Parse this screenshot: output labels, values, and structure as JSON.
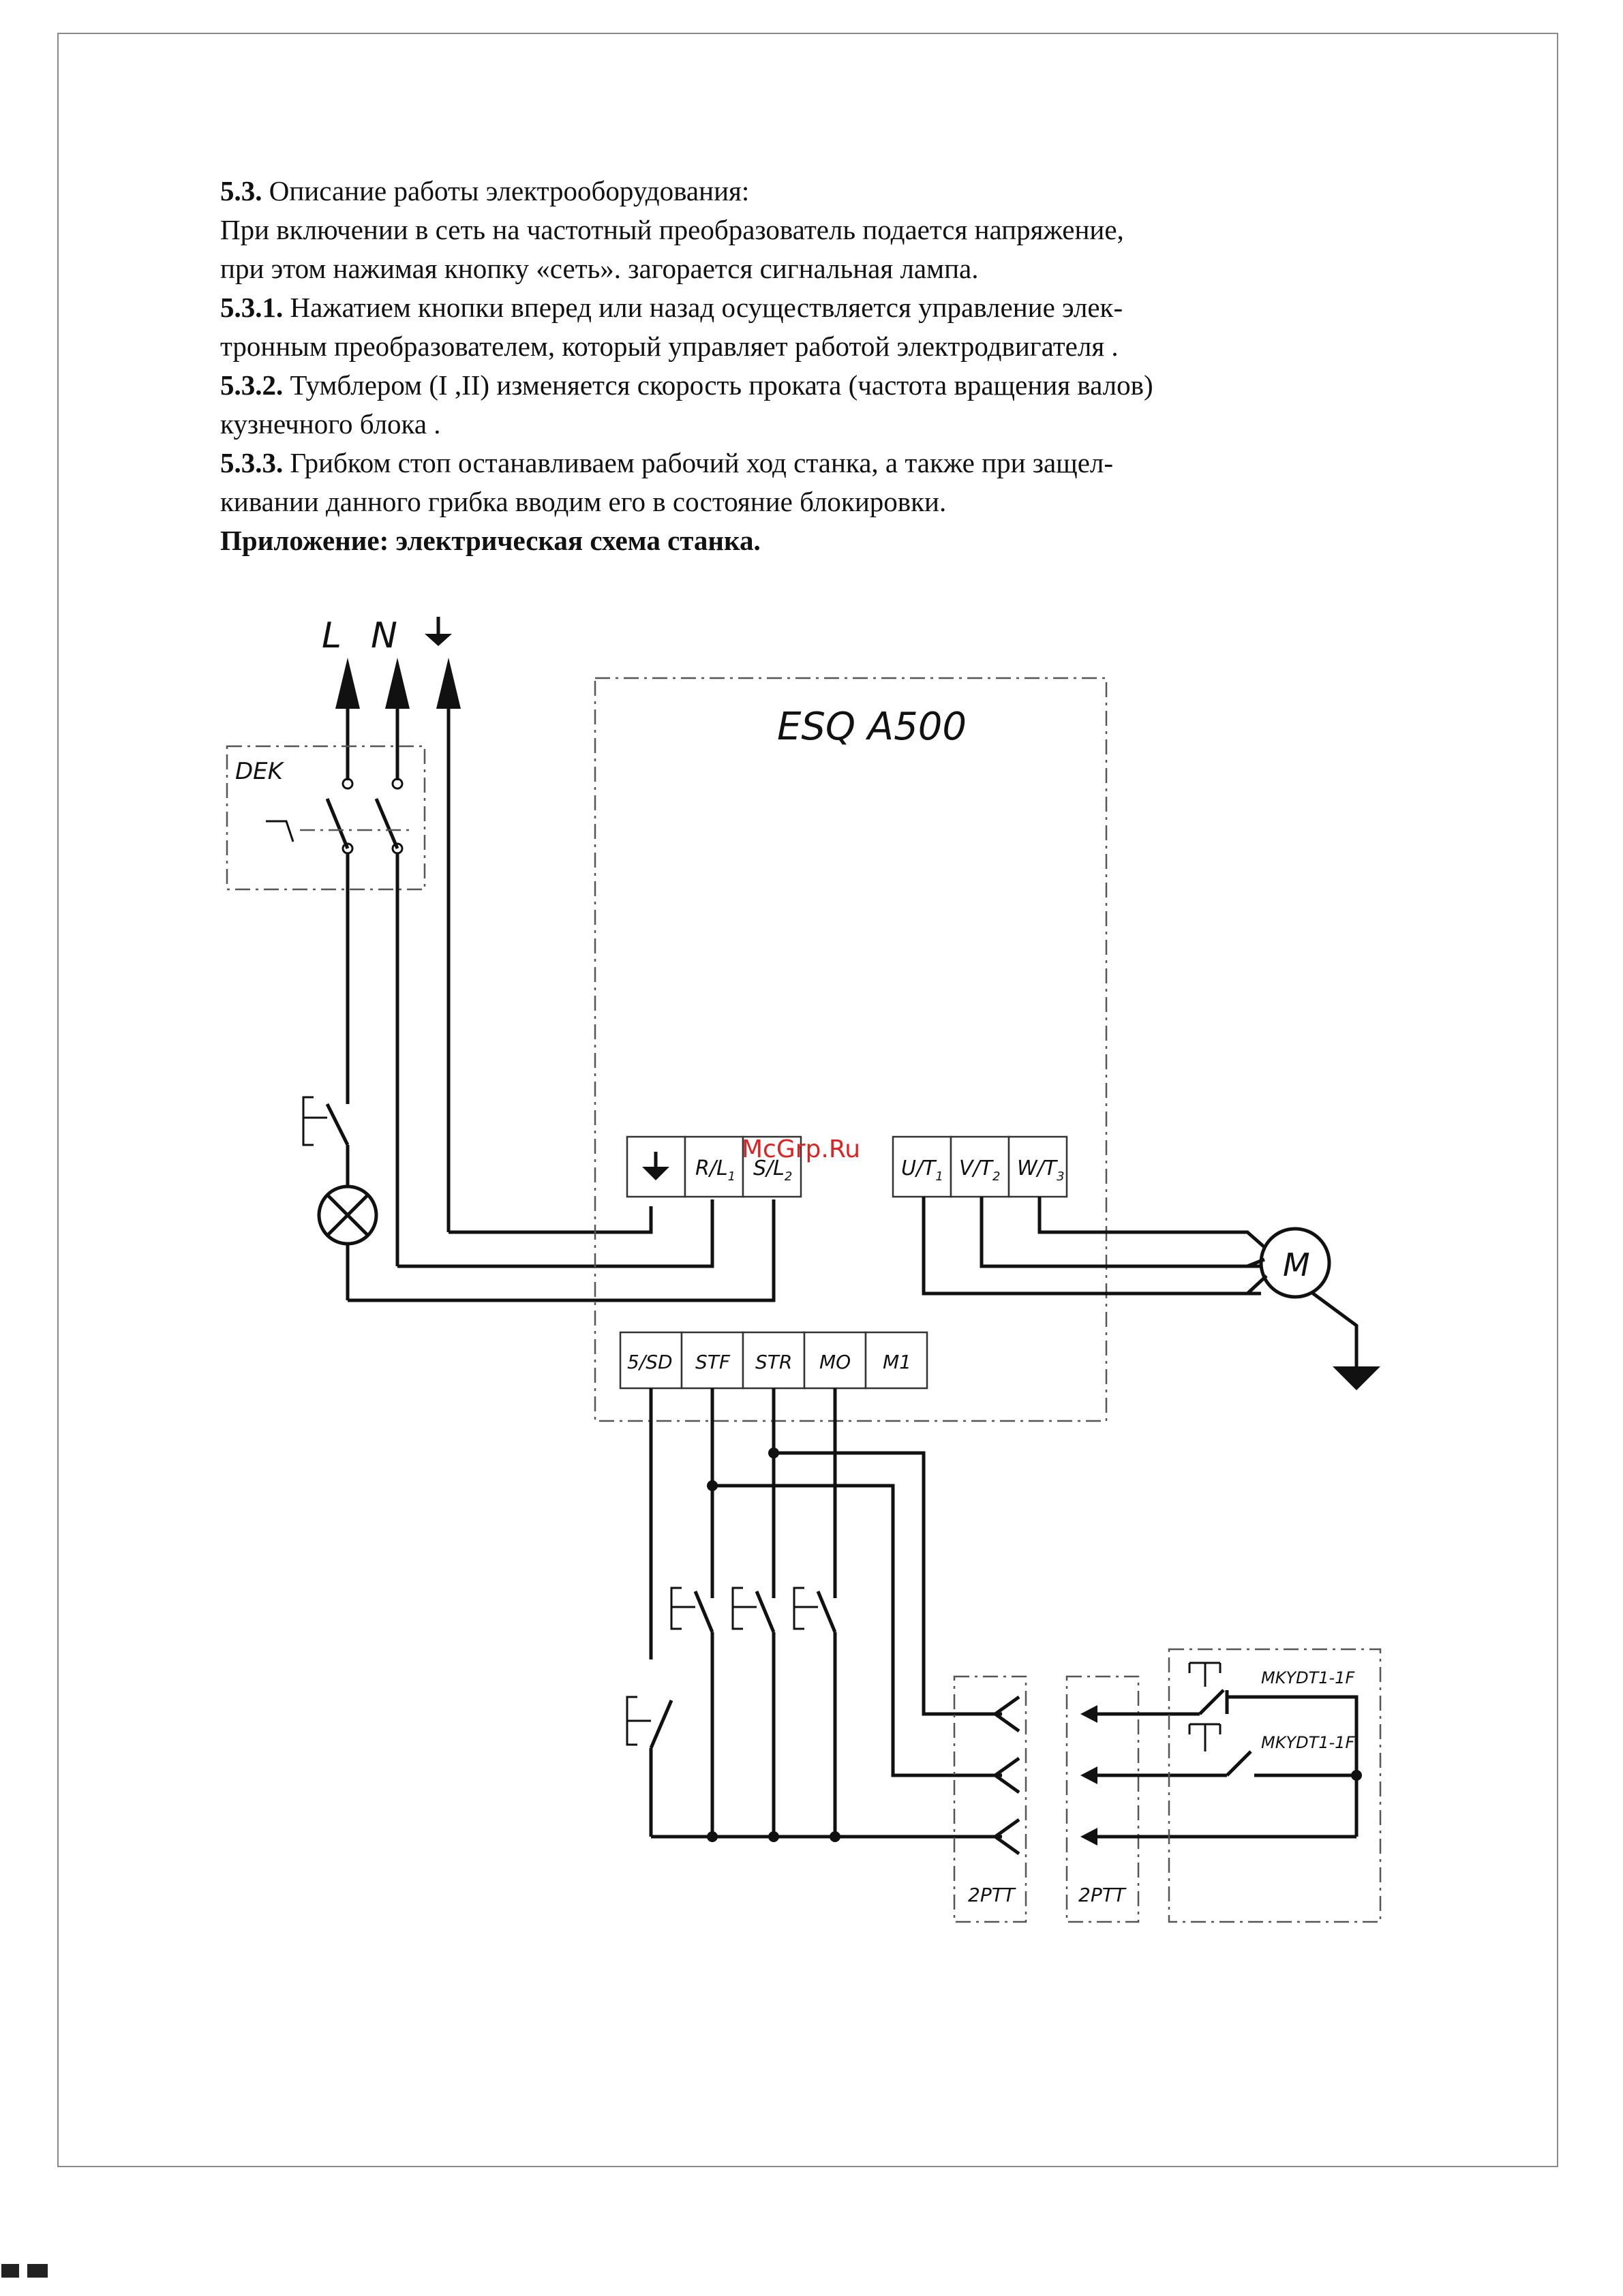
{
  "text": {
    "s1_num": "5.3.",
    "s1_text": " Описание работы электрооборудования:",
    "line2": "При включении в сеть на частотный преобразователь подается напряжение,",
    "line3": "при этом нажимая кнопку «сеть». загорается сигнальная лампа.",
    "s2_num": "5.3.1.",
    "s2_text_a": " Нажатием кнопки вперед или назад осуществляется управление элек-",
    "s2_text_b": "тронным преобразователем, который управляет работой электродвигателя .",
    "s3_num": "5.3.2.",
    "s3_text_a": " Тумблером (I ,II) изменяется скорость проката (частота вращения валов)",
    "s3_text_b": "кузнечного блока .",
    "s4_num": "5.3.3.",
    "s4_text_a": " Грибком стоп останавливаем рабочий ход станка, а также при защел-",
    "s4_text_b": "кивании данного грибка вводим его в состояние блокировки.",
    "appendix": "Приложение: электрическая схема станка."
  },
  "schematic": {
    "input_L": "L",
    "input_N": "N",
    "breaker": "DEK",
    "inverter": "ESQ A500",
    "power_terminals": [
      "R/L",
      "1",
      "S/L",
      "2"
    ],
    "motor_terminals": [
      "U/T",
      "1",
      "V/T",
      "2",
      "W/T",
      "3"
    ],
    "control_terminals": [
      "5/SD",
      "STF",
      "STR",
      "MO",
      "M1"
    ],
    "motor": "M",
    "connector_left": "2PTT",
    "connector_right": "2PTT",
    "remote_button_1": "MKYDT1-1F",
    "remote_button_2": "MKYDT1-1F",
    "watermark": "McGrp.Ru"
  },
  "colors": {
    "ink": "#111111",
    "frame": "#8a8a8a",
    "watermark": "#dd2222"
  }
}
